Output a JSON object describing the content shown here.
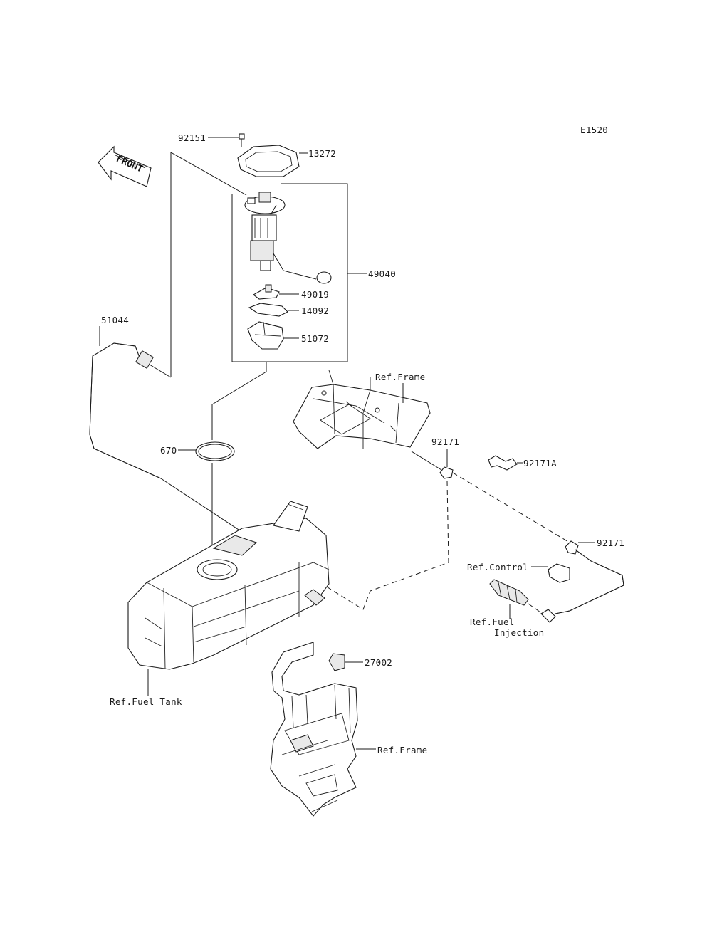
{
  "diagram_code": "E1520",
  "front_arrow": {
    "label": "FRONT",
    "icon": "front-direction-arrow"
  },
  "parts": {
    "p92151": "92151",
    "p13272": "13272",
    "p49040": "49040",
    "p49019": "49019",
    "p14092": "14092",
    "p51072": "51072",
    "p51044": "51044",
    "p670": "670",
    "p92171_top": "92171",
    "p92171A": "92171A",
    "p92171_right": "92171",
    "p27002": "27002"
  },
  "refs": {
    "frame_top": "Ref.Frame",
    "control": "Ref.Control",
    "fuel_injection_line1": "Ref.Fuel",
    "fuel_injection_line2": "Injection",
    "fuel_tank": "Ref.Fuel Tank",
    "frame_bottom": "Ref.Frame"
  }
}
